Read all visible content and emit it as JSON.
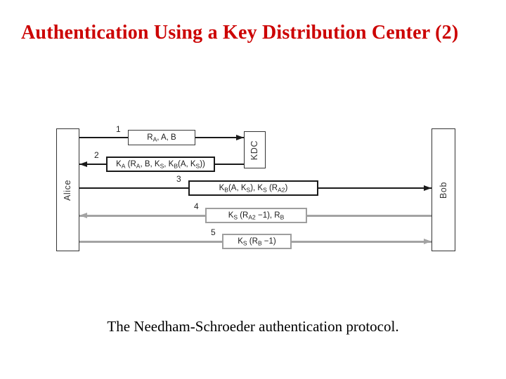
{
  "slide": {
    "title": "Authentication Using a Key Distribution Center (2)",
    "caption": "The Needham-Schroeder authentication protocol."
  },
  "colors": {
    "background": "#ffffff",
    "title": "#CC0000",
    "dark_line": "#1a1a1a",
    "gray_line": "#a3a3a3",
    "box_border_dark": "#1a1a1a",
    "box_border_gray": "#9e9e9e"
  },
  "actors": {
    "alice": "Alice",
    "kdc": "KDC",
    "bob": "Bob"
  },
  "messages": [
    {
      "number": "1",
      "from": "Alice",
      "to": "KDC",
      "direction": "right",
      "text": "RA, A, B",
      "parts": [
        "R",
        [
          "A"
        ],
        ", A, B"
      ]
    },
    {
      "number": "2",
      "from": "KDC",
      "to": "Alice",
      "direction": "left",
      "text": "KA (RA, B, KS, KB(A, KS))",
      "parts": [
        "K",
        [
          "A"
        ],
        " (R",
        [
          "A"
        ],
        ", B, K",
        [
          "S"
        ],
        ", K",
        [
          "B"
        ],
        "(A, K",
        [
          "S"
        ],
        "))"
      ]
    },
    {
      "number": "3",
      "from": "Alice",
      "to": "Bob",
      "direction": "right",
      "text": "KB(A, KS), KS (RA2)",
      "parts": [
        "K",
        [
          "B"
        ],
        "(A, K",
        [
          "S"
        ],
        "), K",
        [
          "S"
        ],
        " (R",
        [
          "A2"
        ],
        ")"
      ]
    },
    {
      "number": "4",
      "from": "Bob",
      "to": "Alice",
      "direction": "left",
      "text": "KS (RA2 −1), RB",
      "parts": [
        "K",
        [
          "S"
        ],
        " (R",
        [
          "A2"
        ],
        " −1), R",
        [
          "B"
        ]
      ]
    },
    {
      "number": "5",
      "from": "Alice",
      "to": "Bob",
      "direction": "right",
      "text": "KS (RB −1)",
      "parts": [
        "K",
        [
          "S"
        ],
        " (R",
        [
          "B"
        ],
        " −1)"
      ]
    }
  ]
}
